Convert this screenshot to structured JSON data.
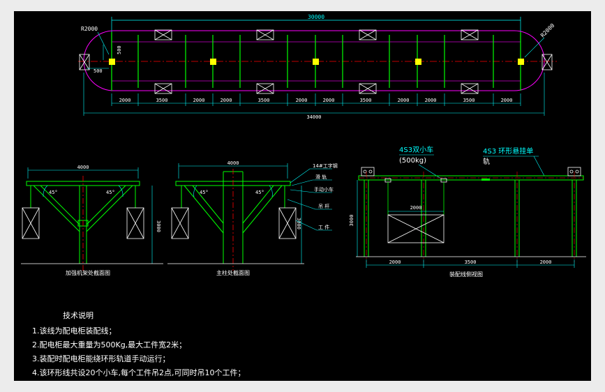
{
  "plan": {
    "total_top": "30000",
    "total_bottom": "34000",
    "radius_left": "R2000",
    "radius_right": "R2000",
    "small_dim_v": "500",
    "small_dim_h": "500",
    "segments": [
      "2000",
      "3500",
      "2000",
      "2000",
      "3500",
      "2000",
      "2000",
      "3500",
      "2000",
      "2000",
      "3500",
      "2000"
    ]
  },
  "frame_view": {
    "width": "4000",
    "height": "3000",
    "angle_left": "45°",
    "angle_right": "45°",
    "caption": "加强机架处截面图"
  },
  "main_column": {
    "width": "4000",
    "height": "3000",
    "angle_left": "45°",
    "angle_right": "45°",
    "caption": "主柱处截面图",
    "labels": [
      "14#工字钢",
      "滑 轨",
      "手动小车",
      "吊 杆",
      "工 件"
    ]
  },
  "side_view": {
    "trolley_label": "4S3双小车",
    "trolley_load": "(500kg)",
    "rail_label_line1": "4S3  环形悬挂单",
    "rail_label_line2": "轨",
    "inner_dim": "2000",
    "height": "3000",
    "bottom_dims": [
      "2000",
      "3500",
      "2000"
    ],
    "caption": "装配线侧视图"
  },
  "notes": {
    "title": "技术说明",
    "items": [
      "1.该线为配电柜装配线；",
      "2.配电柜最大重量为500Kg,最大工件宽2米；",
      "3.装配时配电柜能绕环形轨道手动运行；",
      "4.该环形线共设20个小车,每个工件吊2点,可同时吊10个工件；"
    ]
  },
  "colors": {
    "background": "#000000",
    "frame": "#ececec",
    "dimension": "#00ffff",
    "structure": "#00ff00",
    "rail": "#ff00ff",
    "centerline": "#ff0000",
    "anchor": "#ffff00",
    "text": "#ffffff"
  }
}
